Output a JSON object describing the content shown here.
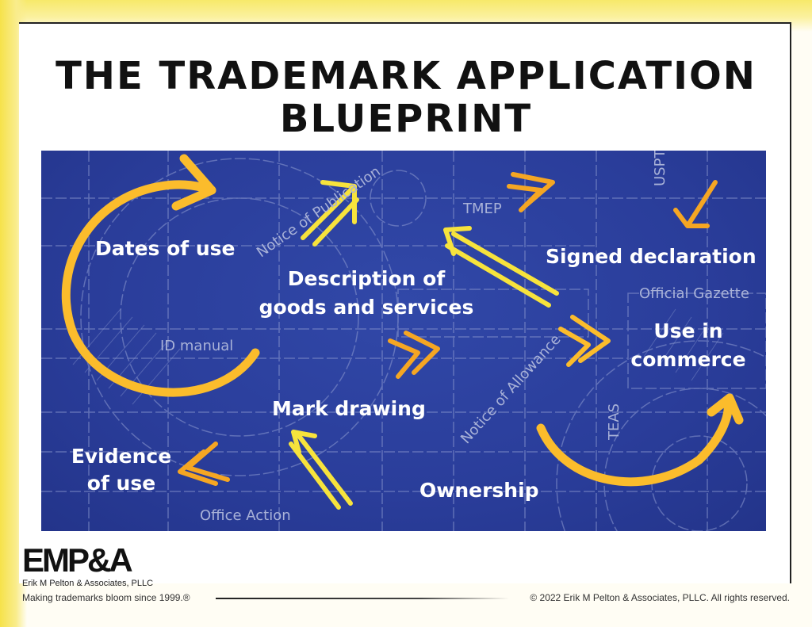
{
  "title": {
    "line1": "THE TRADEMARK APPLICATION",
    "line2": "BLUEPRINT"
  },
  "blueprint": {
    "steps": {
      "dates_of_use": "Dates of use",
      "description_line1": "Description of",
      "description_line2": "goods and services",
      "signed_declaration": "Signed declaration",
      "use_in_commerce_line1": "Use in",
      "use_in_commerce_line2": "commerce",
      "mark_drawing": "Mark drawing",
      "evidence_line1": "Evidence",
      "evidence_line2": "of use",
      "ownership": "Ownership"
    },
    "terms": {
      "notice_of_publication": "Notice of Publication",
      "tmep": "TMEP",
      "uspto": "USPTO",
      "official_gazette": "Official Gazette",
      "id_manual": "ID manual",
      "notice_of_allowance": "Notice of Allowance",
      "teas": "TEAS",
      "office_action": "Office Action"
    },
    "colors": {
      "background": "#2a3d9a",
      "arrow_yellow": "#f7e33c",
      "arrow_orange": "#f5a623",
      "arrow_gold": "#fbbc2c"
    }
  },
  "footer": {
    "logo": "EMP&A",
    "firm_name": "Erik M Pelton & Associates, PLLC",
    "tagline": "Making trademarks bloom since 1999.®",
    "copyright": "© 2022 Erik M Pelton & Associates, PLLC. All rights reserved."
  }
}
